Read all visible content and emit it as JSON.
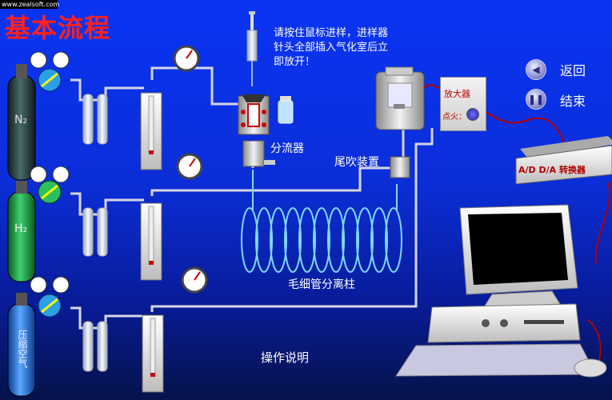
{
  "watermark": "www.zealsoft.com",
  "title": "基本流程",
  "instruction": "请按住鼠标进样，进样器针头全部插入气化室后立即放开！",
  "labels": {
    "splitter": "分流器",
    "makeup": "尾吹装置",
    "column": "毛细管分离柱",
    "operation": "操作说明",
    "amplifier": "放大器",
    "ignite": "点火：",
    "adda": "A/D  D/A  转换器"
  },
  "cylinders": [
    {
      "label": "N₂",
      "color": "#1f3a3a"
    },
    {
      "label": "H₂",
      "color": "#1fa040"
    },
    {
      "label": "压缩空气",
      "color": "#2a6fd0"
    }
  ],
  "nav": {
    "back_label": "返回",
    "end_label": "结束",
    "back_icon": "play-back-icon",
    "end_icon": "pause-icon"
  },
  "colors": {
    "background": "#0b2ed8",
    "title": "#ff2020",
    "pipe": "#d6d6e6",
    "coil": "#7fd8ff",
    "cable": "#b00000"
  }
}
